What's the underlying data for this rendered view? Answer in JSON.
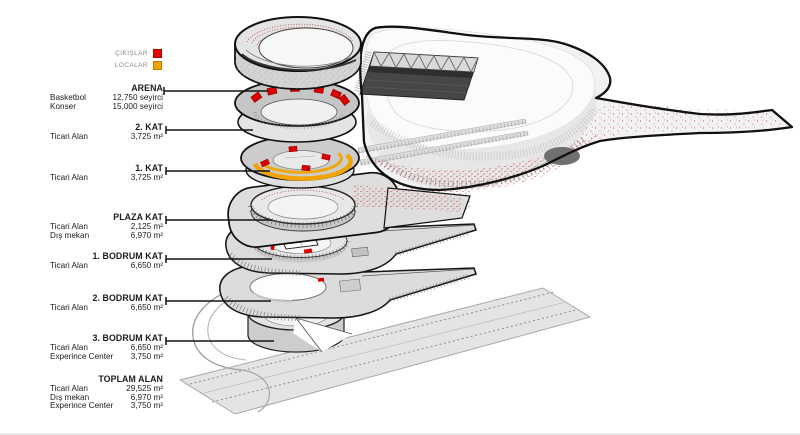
{
  "legend": {
    "items": [
      {
        "label": "ÇIKIŞLAR",
        "color": "#e00300"
      },
      {
        "label": "LOCALAR",
        "color": "#f2a400"
      }
    ]
  },
  "floors": [
    {
      "name": "ARENA",
      "details": [
        {
          "label": "Basketbol",
          "value": "12,750 seyirci"
        },
        {
          "label": "Konser",
          "value": "15,000 seyirci"
        }
      ]
    },
    {
      "name": "2. KAT",
      "details": [
        {
          "label": "Ticari Alan",
          "value": "3,725 m²"
        }
      ]
    },
    {
      "name": "1. KAT",
      "details": [
        {
          "label": "Ticari Alan",
          "value": "3,725 m²"
        }
      ]
    },
    {
      "name": "PLAZA KAT",
      "details": [
        {
          "label": "Ticari Alan",
          "value": "2,125 m²"
        },
        {
          "label": "Dış mekan",
          "value": "6,970 m²"
        }
      ]
    },
    {
      "name": "1. BODRUM KAT",
      "details": [
        {
          "label": "Ticari Alan",
          "value": "6,650 m²"
        }
      ]
    },
    {
      "name": "2. BODRUM KAT",
      "details": [
        {
          "label": "Ticari Alan",
          "value": "6,650 m²"
        }
      ]
    },
    {
      "name": "3. BODRUM KAT",
      "details": [
        {
          "label": "Ticari Alan",
          "value": "6,650 m²"
        },
        {
          "label": "Experince Center",
          "value": "3,750 m²"
        }
      ]
    }
  ],
  "total": {
    "name": "TOPLAM ALAN",
    "details": [
      {
        "label": "Ticari Alan",
        "value": "29,525 m²"
      },
      {
        "label": "Dış mekan",
        "value": "6,970 m²"
      },
      {
        "label": "Experince Center",
        "value": "3,750 m²"
      }
    ]
  }
}
